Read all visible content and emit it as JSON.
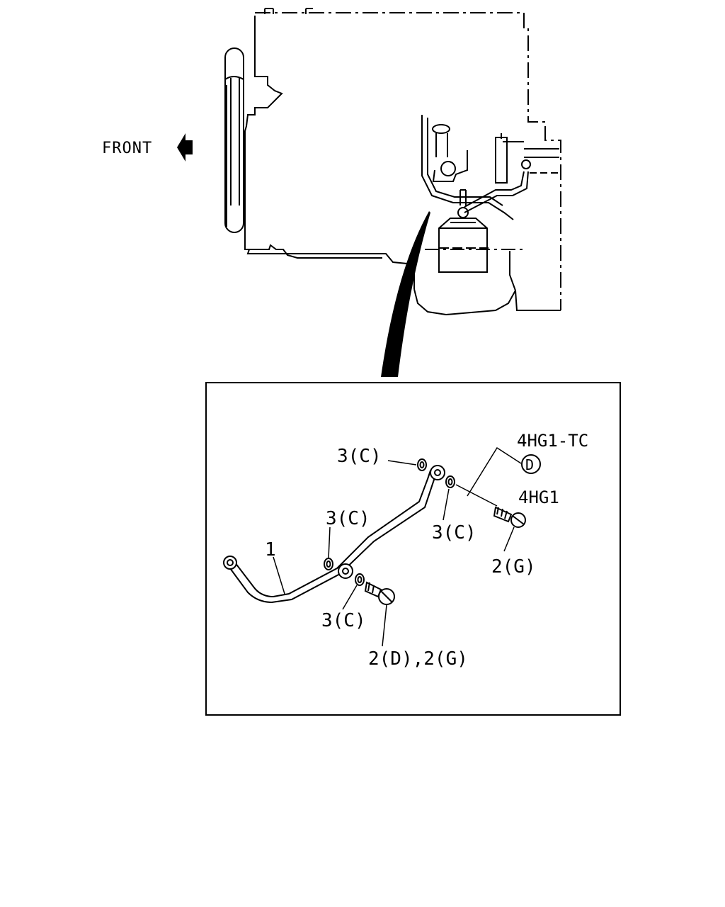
{
  "engine_view": {
    "direction_label": "FRONT"
  },
  "detail_view": {
    "labels": {
      "pipe": "1",
      "washer_top_left": "3(C)",
      "washer_mid_left": "3(C)",
      "washer_lower": "3(C)",
      "washer_right": "3(C)",
      "bolt_right": "2(G)",
      "bolt_lower": "2(D),2(G)",
      "variant_tc": "4HG1-TC",
      "variant_std": "4HG1",
      "circle_mark": "D"
    }
  }
}
